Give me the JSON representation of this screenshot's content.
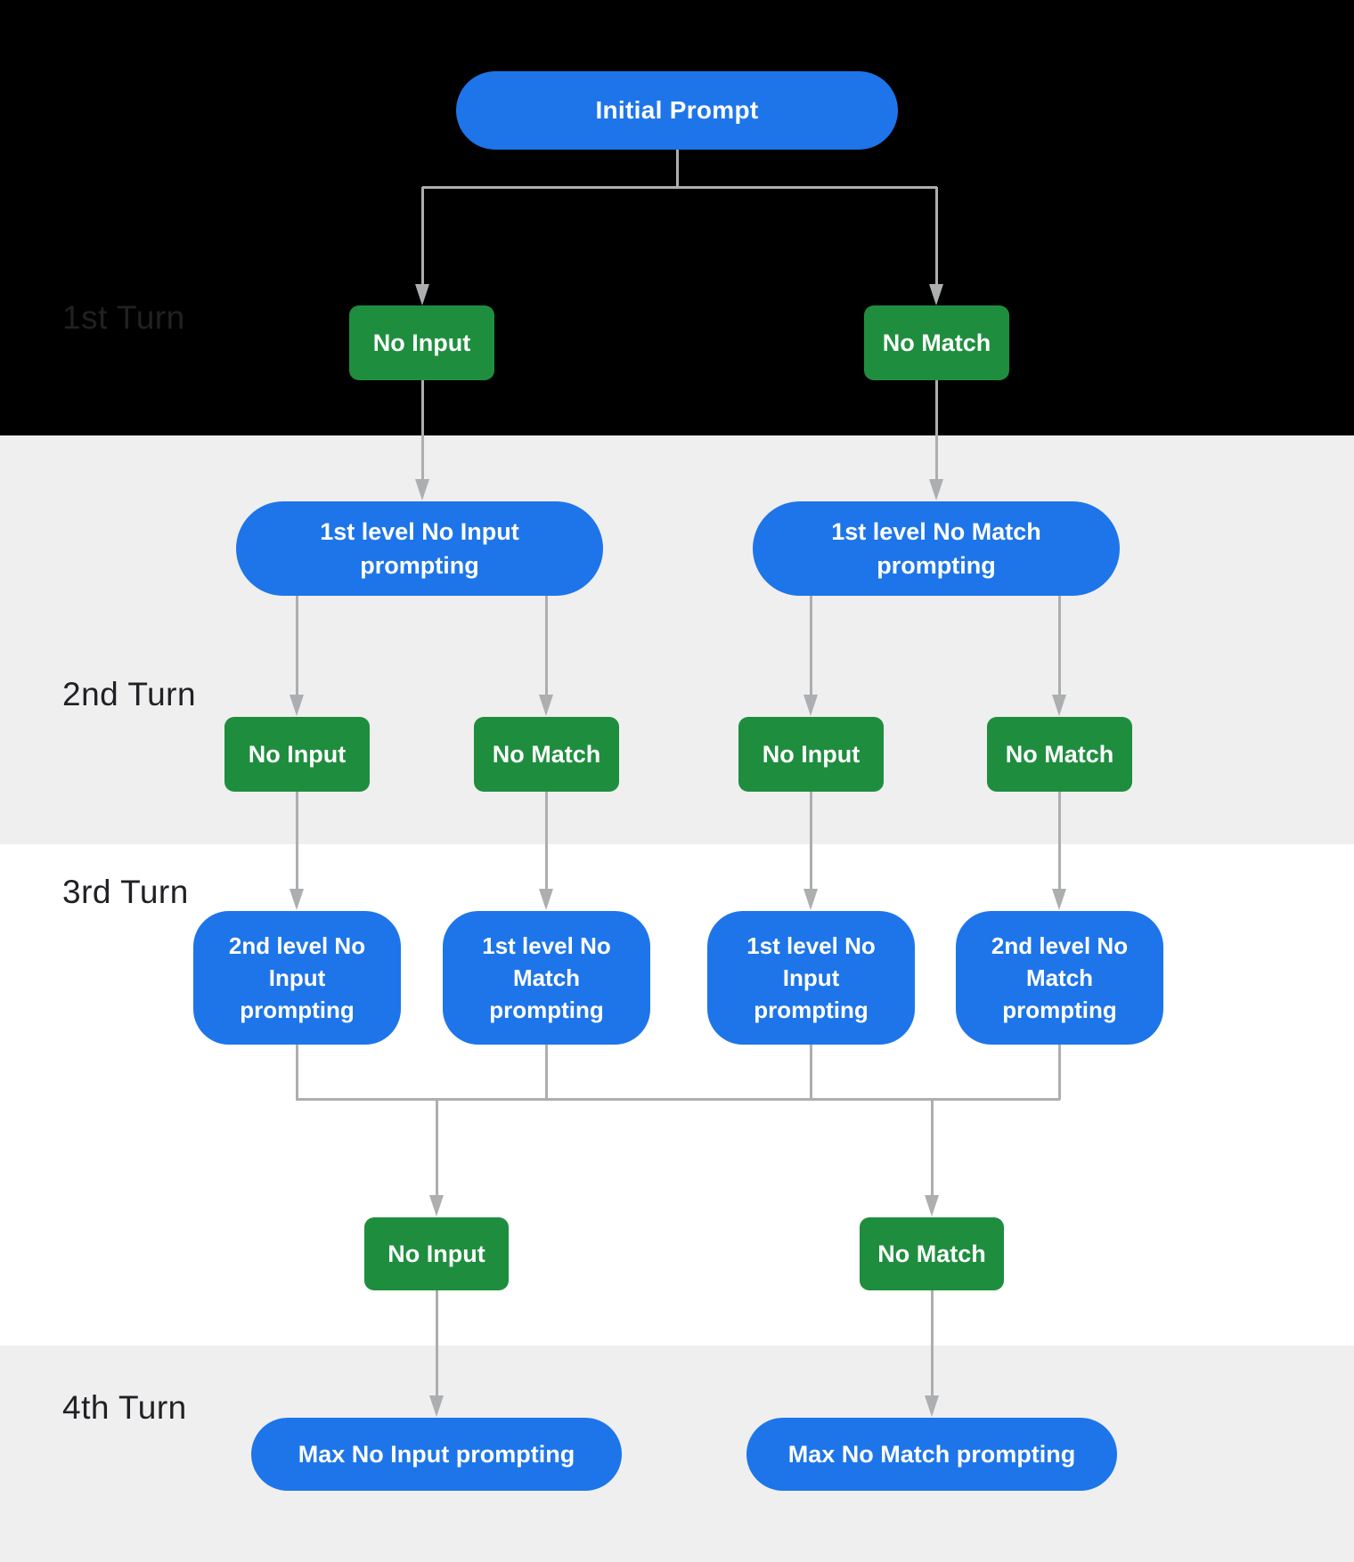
{
  "diagram": {
    "type": "flowchart",
    "description": "No Input / No Match re-prompting flow across four conversation turns"
  },
  "turn_labels": {
    "turn1": "1st Turn",
    "turn2": "2nd Turn",
    "turn3": "3rd Turn",
    "turn4": "4th Turn"
  },
  "nodes": {
    "initial_prompt": "Initial Prompt",
    "turn1_no_input": "No Input",
    "turn1_no_match": "No Match",
    "level1_no_input_prompting": "1st level No Input prompting",
    "level1_no_match_prompting": "1st level No Match prompting",
    "turn2_no_input_left": "No Input",
    "turn2_no_match_left": "No Match",
    "turn2_no_input_right": "No Input",
    "turn2_no_match_right": "No Match",
    "turn3_level2_no_input_prompting": "2nd level No Input prompting",
    "turn3_level1_no_match_prompting": "1st level No Match prompting",
    "turn3_level1_no_input_prompting": "1st level No Input prompting",
    "turn3_level2_no_match_prompting": "2nd level No Match prompting",
    "final_no_input": "No Input",
    "final_no_match": "No Match",
    "max_no_input_prompting": "Max No Input prompting",
    "max_no_match_prompting": "Max No Match prompting"
  },
  "colors": {
    "prompt_node_blue": "#1E75E9",
    "event_node_green": "#1E8E3E",
    "connector_gray": "#ACAEB0",
    "band_black": "#000000",
    "band_gray": "#EFEFF0",
    "band_white": "#FFFFFF",
    "turn_label_text": "#202124",
    "node_text": "#FFFFFF"
  }
}
